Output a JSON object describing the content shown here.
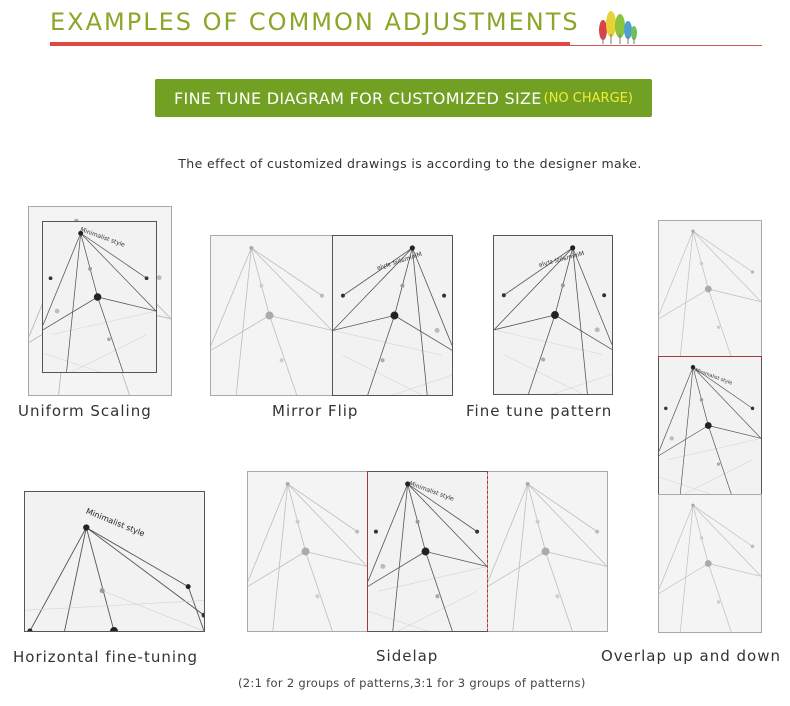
{
  "header": {
    "title": "EXAMPLES OF COMMON ADJUSTMENTS",
    "logo_icon": "tree-cluster-icon",
    "accent_color": "#8aa72a",
    "line_color": "#e0473f"
  },
  "banner": {
    "main": "FINE TUNE DIAGRAM FOR CUSTOMIZED SIZE",
    "note": "(NO CHARGE)",
    "bg_color": "#72a023",
    "note_color": "#f3ec36"
  },
  "subtitle": "The effect of customized drawings is according to the designer make.",
  "pattern_label": "Minimalist style",
  "examples": {
    "uniform_scaling": "Uniform Scaling",
    "mirror_flip": "Mirror Flip",
    "fine_tune_pattern": "Fine tune pattern",
    "horizontal_fine_tuning": "Horizontal fine-tuning",
    "sidelap": "Sidelap",
    "overlap": "Overlap up and down"
  },
  "sidelap_note": "(2:1 for 2 groups of patterns,3:1 for 3 groups of patterns)"
}
